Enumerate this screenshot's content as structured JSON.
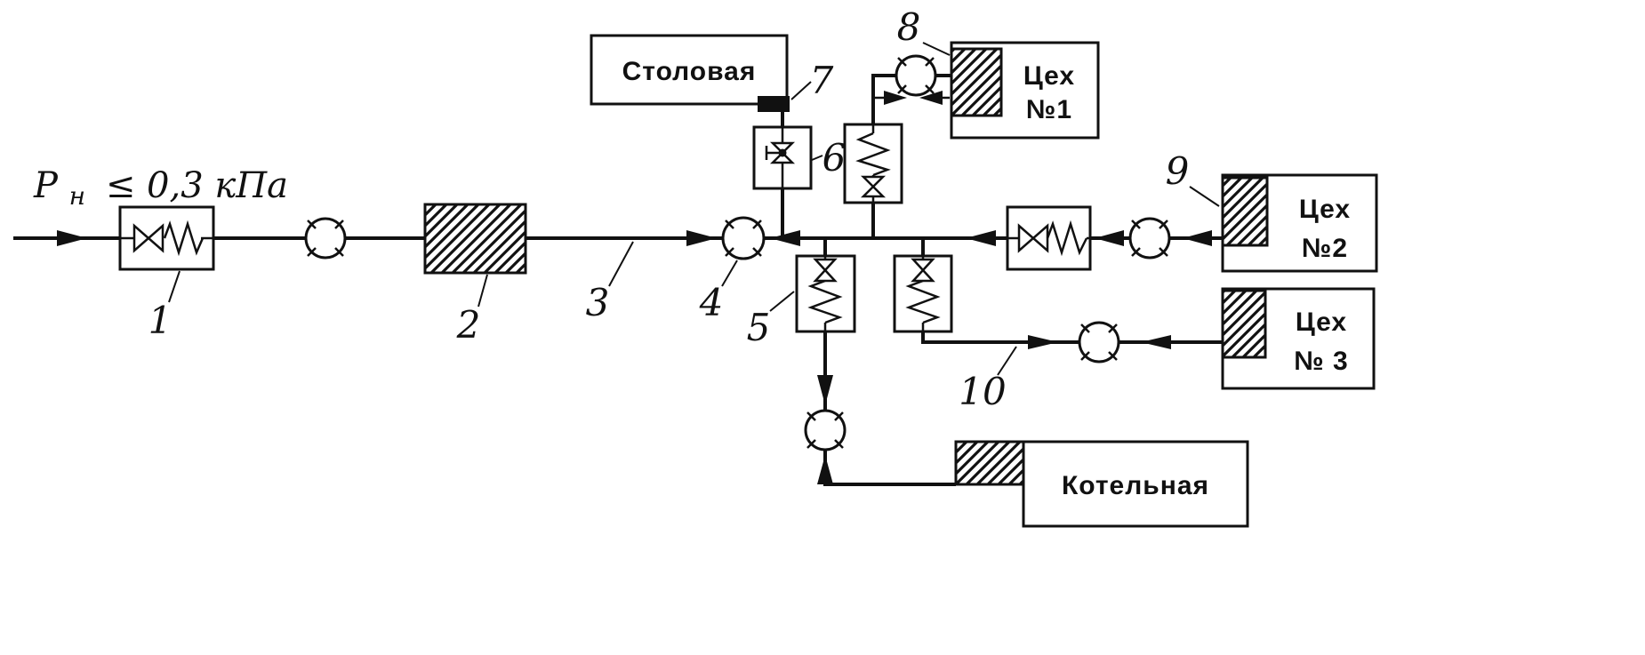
{
  "colors": {
    "ink": "#111111",
    "paper": "#ffffff"
  },
  "pressure_note": {
    "symbol": "P",
    "subscript": "н",
    "condition": "≤ 0,3 кПа"
  },
  "callouts": {
    "n1": "1",
    "n2": "2",
    "n3": "3",
    "n4": "4",
    "n5": "5",
    "n6": "6",
    "n7": "7",
    "n8": "8",
    "n9": "9",
    "n10": "10"
  },
  "buildings": {
    "canteen": {
      "name": "Столовая"
    },
    "workshop1": {
      "line1": "Цех",
      "line2": "№1"
    },
    "workshop2": {
      "line1": "Цех",
      "line2": "№2"
    },
    "workshop3": {
      "line1": "Цех",
      "line2": "№ 3"
    },
    "boiler_house": {
      "name": "Котельная"
    }
  },
  "icons": {
    "valve_circle": "circle-valve-icon",
    "regulator": "regulator-zigzag-icon",
    "gate_valve": "bowtie-valve-icon",
    "plug_valve": "plug-valve-icon",
    "flow_arrow": "flow-arrow-icon"
  }
}
